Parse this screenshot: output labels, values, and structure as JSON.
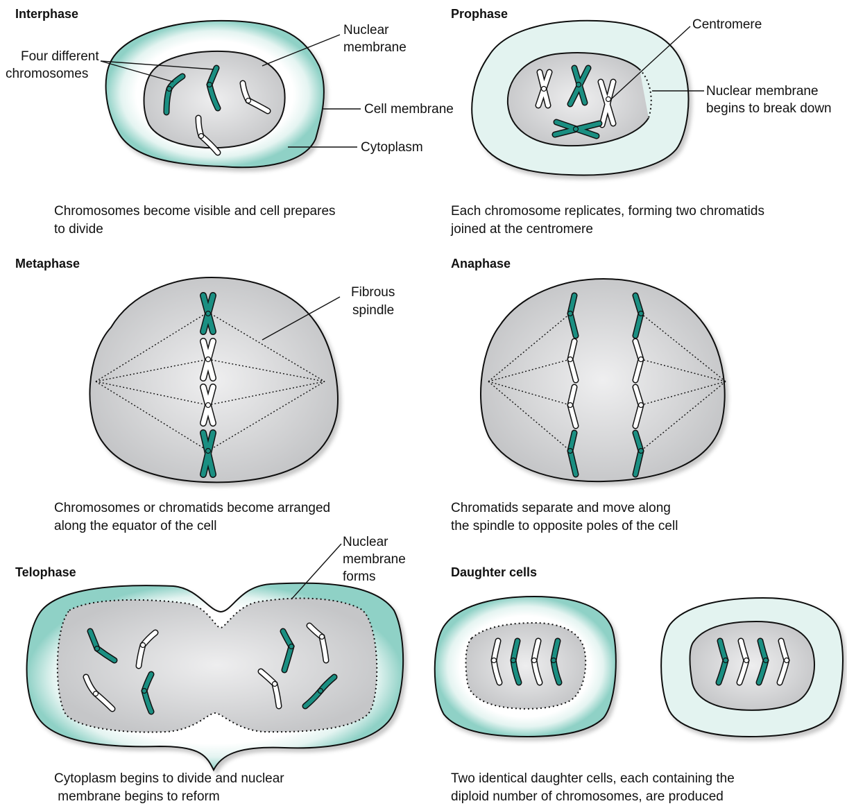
{
  "colors": {
    "teal": "#1b8f82",
    "cyto_edge": "#8fd1c6",
    "cyto_mid": "#e4f4f1",
    "nucleus_light": "#eeeeef",
    "nucleus_dark": "#c5c6c8"
  },
  "interphase": {
    "title": "Interphase",
    "four_chromosomes": [
      "Four different",
      "chromosomes"
    ],
    "nuclear_membrane": [
      "Nuclear",
      "membrane"
    ],
    "cell_membrane": "Cell membrane",
    "cytoplasm": "Cytoplasm",
    "caption": [
      "Chromosomes become visible and cell prepares",
      "to divide"
    ]
  },
  "prophase": {
    "title": "Prophase",
    "centromere": "Centromere",
    "membrane_break": [
      "Nuclear membrane",
      "begins to break down"
    ],
    "caption": [
      "Each chromosome replicates, forming two chromatids",
      "joined at the centromere"
    ]
  },
  "metaphase": {
    "title": "Metaphase",
    "fibrous_spindle": [
      "Fibrous",
      "spindle"
    ],
    "caption": [
      "Chromosomes or chromatids become arranged",
      "along the equator of the cell"
    ]
  },
  "anaphase": {
    "title": "Anaphase",
    "caption": [
      "Chromatids separate and move along",
      "the spindle to opposite poles of the cell"
    ]
  },
  "telophase": {
    "title": "Telophase",
    "membrane_forms": [
      "Nuclear",
      "membrane",
      "forms"
    ],
    "caption": [
      "Cytoplasm begins to divide and nuclear",
      " membrane begins to reform"
    ]
  },
  "daughter": {
    "title": "Daughter cells",
    "caption": [
      "Two identical daughter cells, each containing the",
      "diploid number of chromosomes, are produced"
    ]
  }
}
